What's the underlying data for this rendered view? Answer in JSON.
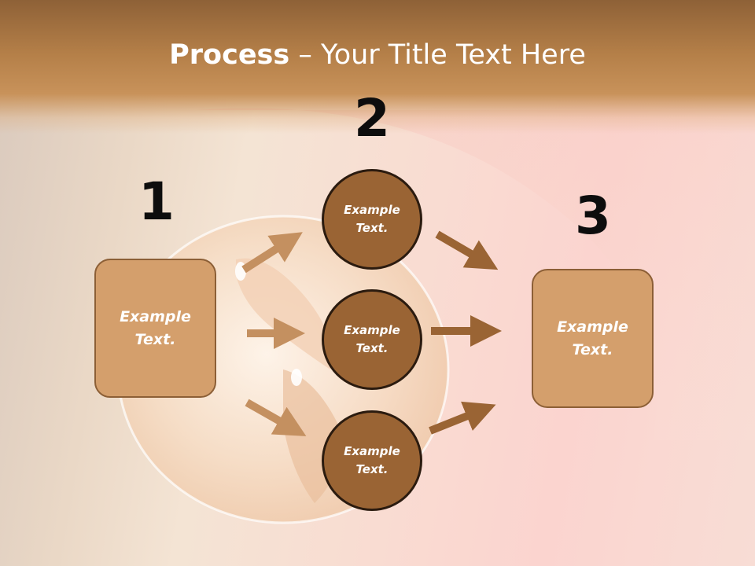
{
  "title": {
    "bold": "Process",
    "rest": " – Your Title Text Here"
  },
  "steps": [
    {
      "number": "1",
      "label": "Example\nText."
    },
    {
      "number": "2",
      "label": "Example\nText."
    },
    {
      "number": "3",
      "label": "Example\nText."
    }
  ],
  "middle_circles": [
    {
      "label": "Example\nText."
    },
    {
      "label": "Example\nText."
    },
    {
      "label": "Example\nText."
    }
  ],
  "colors": {
    "title_band": "#b47f48",
    "box_fill": "#d49f6c",
    "circle_fill": "#9a6434",
    "arrow_left": "#c49060",
    "arrow_right": "#9a6434"
  }
}
